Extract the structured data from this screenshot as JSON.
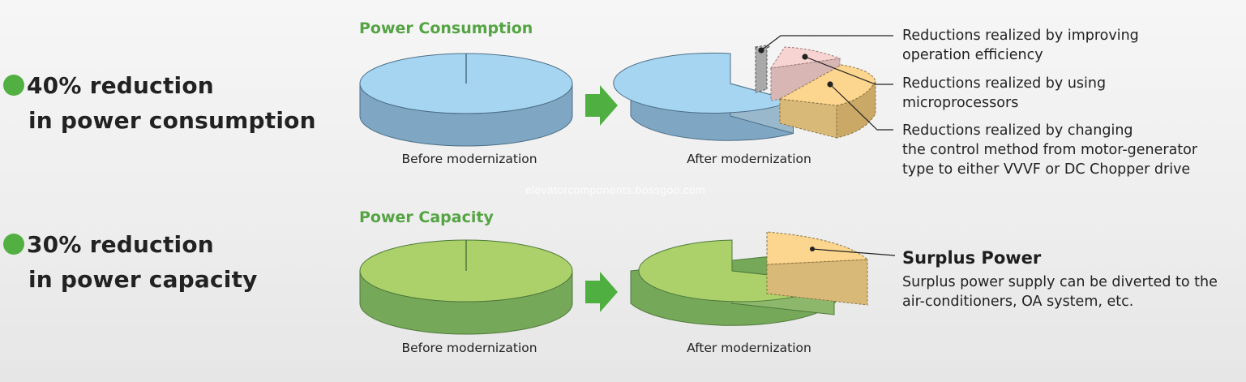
{
  "consumption": {
    "headline": [
      "40% reduction",
      "in power consumption"
    ],
    "title": "Power Consumption",
    "before_caption": "Before modernization",
    "after_caption": "After modernization",
    "reduction_percent": 40,
    "notes": [
      [
        "Reductions realized by improving",
        "operation efficiency"
      ],
      [
        "Reductions realized by using",
        "microprocessors"
      ],
      [
        "Reductions realized by changing",
        "the control method from motor-generator",
        "type to either VVVF or DC Chopper drive"
      ]
    ],
    "colors": {
      "pie_top": "#a6d5f2",
      "pie_side": "#7fa6c2"
    }
  },
  "capacity": {
    "headline": [
      "30% reduction",
      "in power capacity"
    ],
    "title": "Power Capacity",
    "before_caption": "Before modernization",
    "after_caption": "After modernization",
    "reduction_percent": 30,
    "surplus_title": "Surplus Power",
    "surplus_text": [
      "Surplus power supply can be diverted to the",
      "air-conditioners, OA system, etc."
    ],
    "colors": {
      "pie_top": "#acd16a",
      "pie_side": "#76a85a"
    }
  },
  "watermark": "elevatorcomponents.bossgoo.com",
  "colors": {
    "accent_green": "#52b043",
    "arrow_green": "#4fb041",
    "slice_orange_top": "#fcd68e",
    "slice_orange_side": "#d9b978",
    "slice_pink_top": "#f7d4d1",
    "slice_pink_side": "#d8b6b4",
    "slice_gray": "#a9a9a9"
  }
}
